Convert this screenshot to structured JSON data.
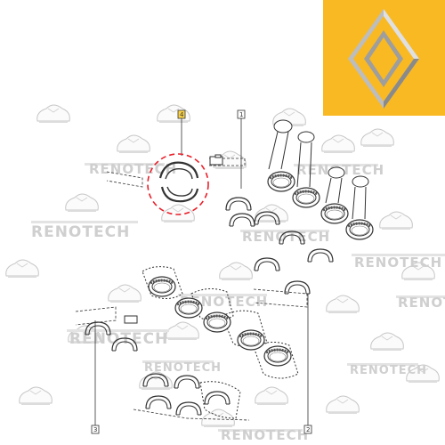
{
  "brand": {
    "watermark": "RENOTECH",
    "logo_color": "#f9b922",
    "logo_icon": "renault-diamond-icon"
  },
  "callouts": {
    "c1": "1",
    "c2": "2",
    "c3": "3",
    "c4": "4"
  },
  "colors": {
    "highlight": "#e8202a",
    "line": "#333333",
    "watermark": "#cfcfcf"
  }
}
